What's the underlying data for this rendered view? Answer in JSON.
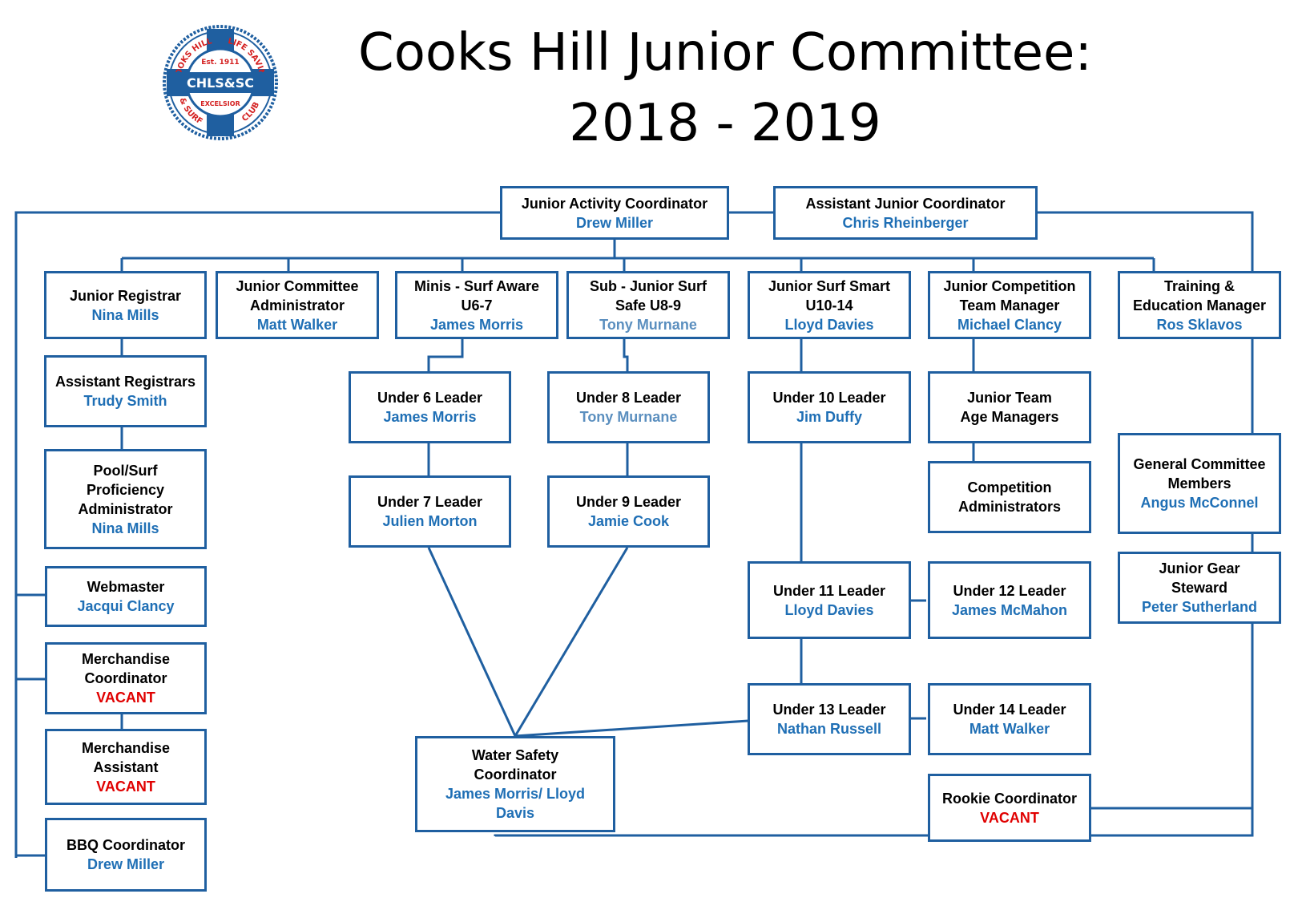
{
  "title": {
    "line1": "Cooks Hill Junior Committee:",
    "line2": "2018 - 2019"
  },
  "logo": {
    "arc_top_left": "COOKS HILL",
    "arc_top_right": "LIFE SAVING",
    "est": "Est. 1911",
    "center": "CHLS&SC",
    "motto": "EXCELSIOR",
    "arc_bottom_left": "& SURF",
    "arc_bottom_right": "CLUB",
    "colors": {
      "blue": "#1f5fa0",
      "red": "#d42020"
    }
  },
  "colors": {
    "border": "#1f5fa0",
    "name": "#1f6fb5",
    "vacant": "#e00000",
    "name_faded": "#5b8fbf"
  },
  "boxes": {
    "jac": {
      "role": "Junior Activity Coordinator",
      "person": "Drew Miller"
    },
    "ajc": {
      "role": "Assistant Junior Coordinator",
      "person": "Chris Rheinberger"
    },
    "reg": {
      "role": "Junior Registrar",
      "person": "Nina Mills"
    },
    "jca": {
      "role": "Junior Committee\nAdministrator",
      "person": "Matt Walker"
    },
    "minis": {
      "role": "Minis - Surf Aware\nU6-7",
      "person": "James Morris"
    },
    "subjr": {
      "role": "Sub - Junior Surf\nSafe U8-9",
      "person": "Tony Murnane"
    },
    "jss": {
      "role": "Junior Surf Smart\nU10-14",
      "person": "Lloyd Davies"
    },
    "jctm": {
      "role": "Junior Competition\nTeam Manager",
      "person": "Michael Clancy"
    },
    "train": {
      "role": "Training  &\nEducation Manager",
      "person": "Ros Sklavos"
    },
    "areg": {
      "role": "Assistant Registrars",
      "person": "Trudy Smith"
    },
    "pool": {
      "role": "Pool/Surf\nProficiency\nAdministrator",
      "person": "Nina Mills"
    },
    "web": {
      "role": "Webmaster",
      "person": "Jacqui Clancy"
    },
    "merch": {
      "role": "Merchandise\nCoordinator",
      "person": "VACANT"
    },
    "merchA": {
      "role": "Merchandise\nAssistant",
      "person": "VACANT"
    },
    "bbq": {
      "role": "BBQ Coordinator",
      "person": "Drew Miller"
    },
    "u6": {
      "role": "Under 6 Leader",
      "person": "James Morris"
    },
    "u7": {
      "role": "Under 7 Leader",
      "person": "Julien Morton"
    },
    "u8": {
      "role": "Under 8 Leader",
      "person": "Tony Murnane"
    },
    "u9": {
      "role": "Under 9 Leader",
      "person": "Jamie Cook"
    },
    "u10": {
      "role": "Under 10 Leader",
      "person": "Jim Duffy"
    },
    "u11": {
      "role": "Under  11 Leader",
      "person": "Lloyd Davies"
    },
    "u12": {
      "role": "Under 12 Leader",
      "person": "James McMahon"
    },
    "u13": {
      "role": "Under 13 Leader",
      "person": "Nathan Russell"
    },
    "u14": {
      "role": "Under 14 Leader",
      "person": "Matt Walker"
    },
    "jtam": {
      "role": "Junior Team\nAge Managers",
      "person": ""
    },
    "compA": {
      "role": "Competition\nAdministrators",
      "person": ""
    },
    "gcm": {
      "role": "General Committee\nMembers",
      "person": "Angus McConnel"
    },
    "gear": {
      "role": "Junior Gear\nSteward",
      "person": "Peter Sutherland"
    },
    "water": {
      "role": "Water Safety\nCoordinator",
      "person": "James Morris/ Lloyd\nDavis"
    },
    "rookie": {
      "role": "Rookie Coordinator",
      "person": "VACANT"
    }
  }
}
